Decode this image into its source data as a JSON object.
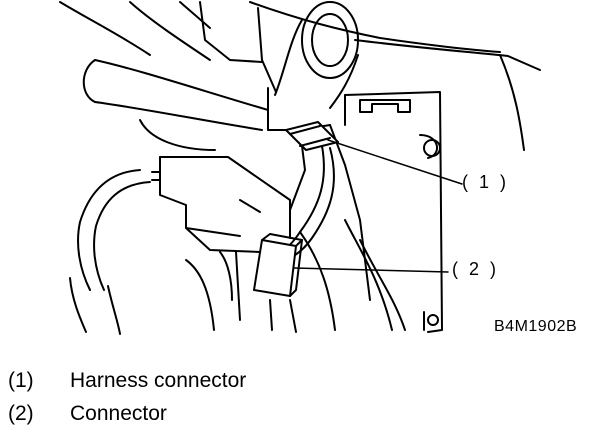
{
  "figure": {
    "callouts": [
      {
        "id": "1",
        "text": "( 1 )"
      },
      {
        "id": "2",
        "text": "( 2 )"
      }
    ],
    "figure_code": "B4M1902B"
  },
  "legend": [
    {
      "number": "(1)",
      "label": "Harness connector"
    },
    {
      "number": "(2)",
      "label": "Connector"
    }
  ]
}
